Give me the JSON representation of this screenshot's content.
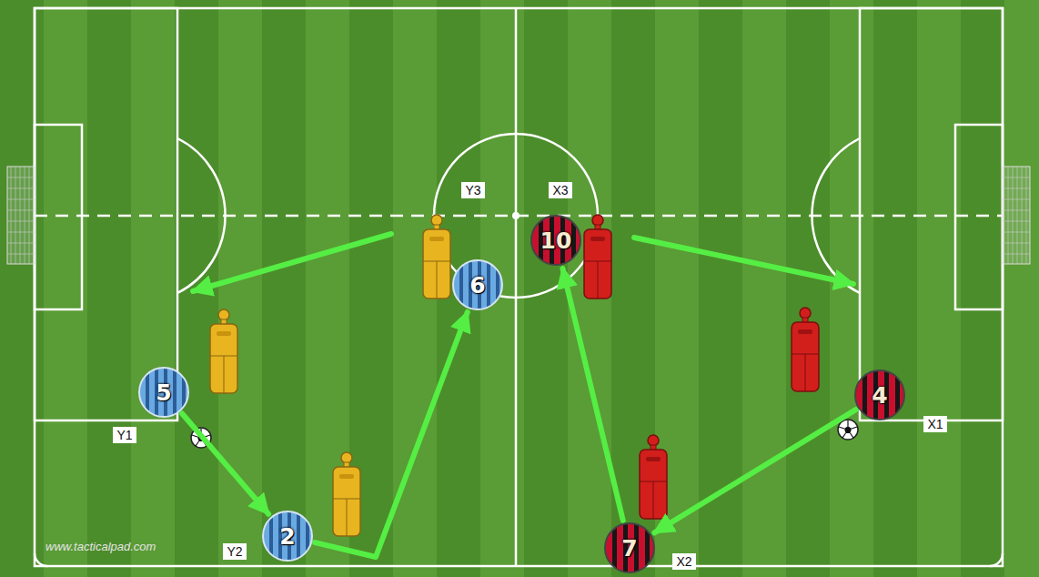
{
  "diagram": {
    "nodes": [
      {
        "text": [
          "10"
        ]
      },
      {
        "text": [
          "6"
        ]
      },
      {
        "text": [
          "5"
        ]
      },
      {
        "text": [
          "4"
        ]
      },
      {
        "text": [
          "2"
        ]
      },
      {
        "text": [
          "7"
        ]
      }
    ],
    "edges": [
      {
        "from": 2,
        "to": 4,
        "arrow": "to"
      },
      {
        "from": 4,
        "to": 1,
        "arrow": "to"
      },
      {
        "from": 3,
        "to": 5,
        "arrow": "to"
      },
      {
        "from": 5,
        "to": 0,
        "arrow": "to"
      }
    ],
    "labels": [
      "Y3",
      "X3",
      "X1",
      "Y1",
      "Y2",
      "X2",
      "www.tacticalpad.com"
    ]
  }
}
